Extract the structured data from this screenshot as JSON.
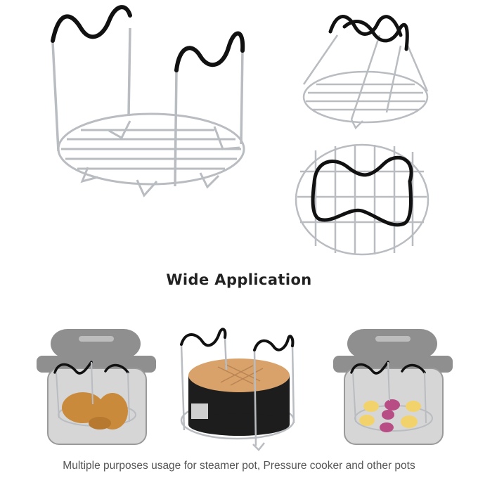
{
  "heading": "Wide Application",
  "caption": "Multiple purposes usage for steamer pot, Pressure cooker and other pots",
  "colors": {
    "steel": "#b9bcc0",
    "steel_dark": "#8e9196",
    "silicone": "#111111",
    "cooker_gray": "#8f8f8f",
    "cooker_light": "#bdbdbd",
    "cake_crust": "#d8a26a",
    "pan_black": "#1d1d1d",
    "chicken": "#c98a3c",
    "egg_bite": "#f2d36b",
    "purple_food": "#b84d86"
  },
  "images": [
    {
      "name": "large-rack-product-photo",
      "subject": "steamer rack with two silicone-covered handles"
    },
    {
      "name": "rack-folded-handles-photo",
      "subject": "rack with handles pinched together"
    },
    {
      "name": "rack-top-view-photo",
      "subject": "rack viewed from above with handles folded flat"
    },
    {
      "name": "pressure-cooker-chicken-photo",
      "subject": "rack inside pressure cooker holding roast chicken"
    },
    {
      "name": "rack-with-cake-pan-photo",
      "subject": "rack holding springform cake pan"
    },
    {
      "name": "pressure-cooker-egg-bites-photo",
      "subject": "rack inside pressure cooker holding egg bites"
    }
  ]
}
